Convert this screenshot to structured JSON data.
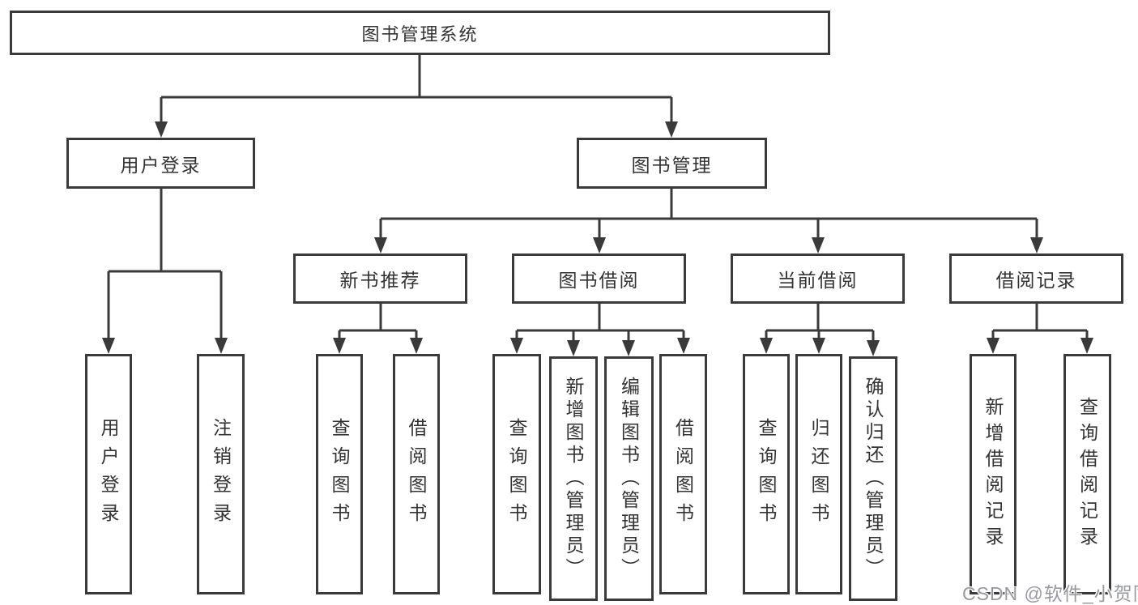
{
  "tree": {
    "root": {
      "label": "图书管理系统"
    },
    "children": [
      {
        "label": "用户登录",
        "children": [
          {
            "label": "用户登录"
          },
          {
            "label": "注销登录"
          }
        ]
      },
      {
        "label": "图书管理",
        "children": [
          {
            "label": "新书推荐",
            "children": [
              {
                "label": "查询图书"
              },
              {
                "label": "借阅图书"
              }
            ]
          },
          {
            "label": "图书借阅",
            "children": [
              {
                "label": "查询图书"
              },
              {
                "label": "新增图书（管理员）"
              },
              {
                "label": "编辑图书（管理员）"
              },
              {
                "label": "借阅图书"
              }
            ]
          },
          {
            "label": "当前借阅",
            "children": [
              {
                "label": "查询图书"
              },
              {
                "label": "归还图书"
              },
              {
                "label": "确认归还（管理员）"
              }
            ]
          },
          {
            "label": "借阅记录",
            "children": [
              {
                "label": "新增借阅记录"
              },
              {
                "label": "查询借阅记录"
              }
            ]
          }
        ]
      }
    ]
  },
  "watermark": {
    "text": "CSDN @软件_小贺同学"
  },
  "colors": {
    "line": "#3a3a3a",
    "text": "#333333",
    "box_fill": "#ffffff",
    "background": "#ffffff",
    "watermark": "#97999e"
  }
}
